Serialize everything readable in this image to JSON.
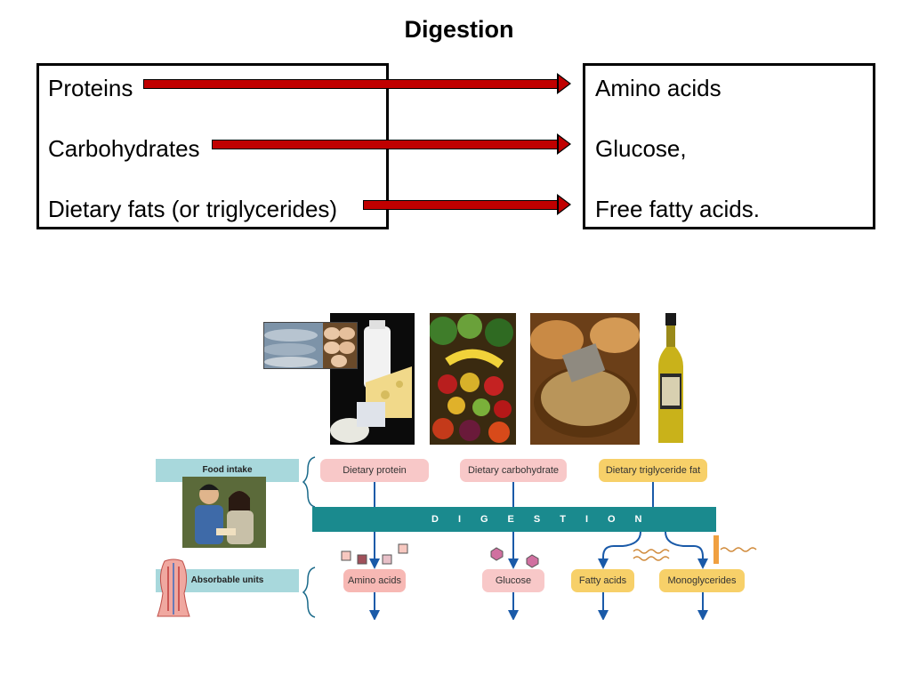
{
  "title": "Digestion",
  "left_box": {
    "items": [
      "Proteins",
      "Carbohydrates",
      "Dietary fats (or triglycerides)"
    ]
  },
  "right_box": {
    "items": [
      "Amino acids",
      "Glucose,",
      "Free fatty acids."
    ]
  },
  "arrow_color": "#c00000",
  "figure": {
    "food_intake_label": "Food intake",
    "absorbable_units_label": "Absorbable units",
    "digestion_band": "DIGESTION",
    "dietary": [
      "Dietary protein",
      "Dietary carbohydrate",
      "Dietary triglyceride fat"
    ],
    "absorbable": [
      "Amino acids",
      "Glucose",
      "Fatty acids",
      "Monoglycerides"
    ],
    "band_color": "#1a8a8e",
    "label_bar_color": "#a8d8dc"
  }
}
